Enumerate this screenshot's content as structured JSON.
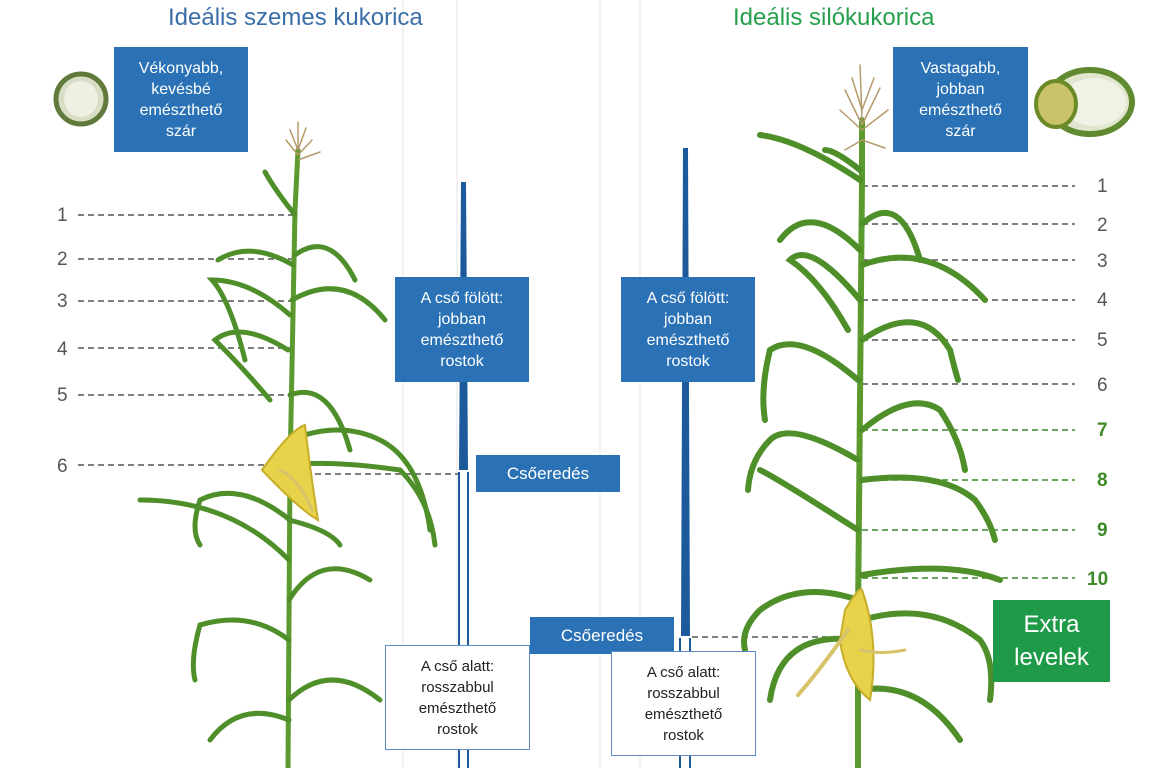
{
  "titles": {
    "left": "Ideális szemes kukorica",
    "right": "Ideális silókukorica"
  },
  "left_stem_box": {
    "lines": [
      "Vékonyabb,",
      "kevésbé",
      "emészthető",
      "szár"
    ]
  },
  "right_stem_box": {
    "lines": [
      "Vastagabb,",
      "jobban",
      "emészthető",
      "szár"
    ]
  },
  "above_boxes": {
    "left": {
      "lines": [
        "A cső fölött:",
        "jobban",
        "emészthető",
        "rostok"
      ]
    },
    "right": {
      "lines": [
        "A cső fölött:",
        "jobban",
        "emészthető",
        "rostok"
      ]
    }
  },
  "below_boxes": {
    "left": {
      "lines": [
        "A cső alatt:",
        "rosszabbul",
        "emészthető",
        "rostok"
      ]
    },
    "right": {
      "lines": [
        "A cső alatt:",
        "rosszabbul",
        "emészthető",
        "rostok"
      ]
    }
  },
  "ear_labels": {
    "left": "Csőeredés",
    "right": "Csőeredés"
  },
  "extra_box": {
    "lines": [
      "Extra",
      "levelek"
    ]
  },
  "left_levels": [
    "1",
    "2",
    "3",
    "4",
    "5",
    "6"
  ],
  "right_levels": [
    "1",
    "2",
    "3",
    "4",
    "5",
    "6"
  ],
  "right_extra_levels": [
    "7",
    "8",
    "9",
    "10"
  ],
  "colors": {
    "title_left": "#3a6ea8",
    "title_right": "#27a04e",
    "box_blue": "#2a72b5",
    "extra_green": "#1f9a49",
    "extra_level_green": "#3d8a28",
    "plant_green": "#4f8f2a",
    "ear_yellow": "#e8d24a"
  }
}
